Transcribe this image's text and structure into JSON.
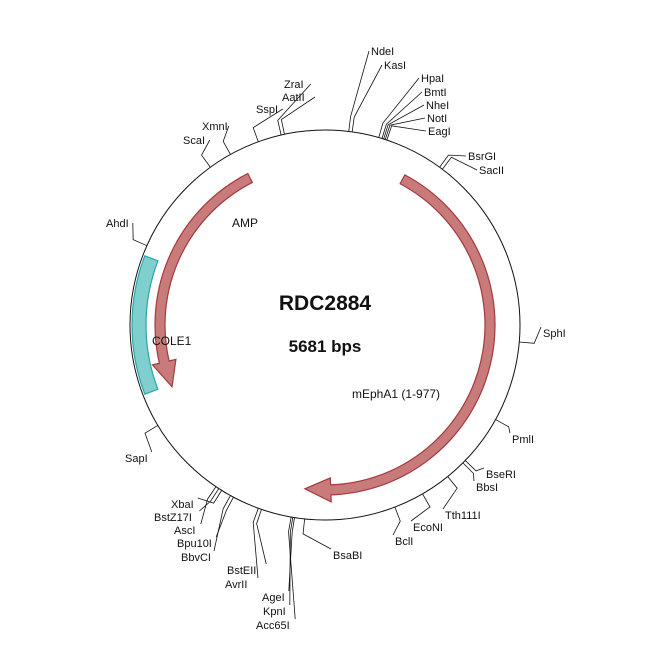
{
  "plasmid": {
    "name": "RDC2884",
    "size_label": "5681 bps",
    "length_bp": 5681
  },
  "colors": {
    "backbone": "#111111",
    "arrow_fill": "#c97b7b",
    "arrow_stroke": "#a33a3a",
    "cole1_fill": "#7fcfcf",
    "cole1_stroke": "#2aa6a6",
    "label_text": "#111111"
  },
  "features": [
    {
      "id": "amp",
      "label": "AMP",
      "type": "arrow",
      "start_deg": 333,
      "end_deg": 248,
      "direction": "ccw"
    },
    {
      "id": "mepha1",
      "label": "mEphA1 (1-977)",
      "type": "arrow",
      "start_deg": 28,
      "end_deg": 187,
      "direction": "cw"
    },
    {
      "id": "cole1",
      "label": "COLE1",
      "type": "block",
      "start_deg": 249,
      "end_deg": 291
    }
  ],
  "sites": [
    {
      "name": "NdeI",
      "angle_deg": 7
    },
    {
      "name": "KasI",
      "angle_deg": 8
    },
    {
      "name": "HpaI",
      "angle_deg": 16
    },
    {
      "name": "BmtI",
      "angle_deg": 17
    },
    {
      "name": "NheI",
      "angle_deg": 17.5
    },
    {
      "name": "NotI",
      "angle_deg": 18
    },
    {
      "name": "EagI",
      "angle_deg": 18.5
    },
    {
      "name": "BsrGI",
      "angle_deg": 36
    },
    {
      "name": "SacII",
      "angle_deg": 37
    },
    {
      "name": "SphI",
      "angle_deg": 95
    },
    {
      "name": "PmlI",
      "angle_deg": 119
    },
    {
      "name": "BseRI",
      "angle_deg": 134
    },
    {
      "name": "BbsI",
      "angle_deg": 135
    },
    {
      "name": "Tth111I",
      "angle_deg": 141
    },
    {
      "name": "EcoNI",
      "angle_deg": 150
    },
    {
      "name": "BclI",
      "angle_deg": 159
    },
    {
      "name": "BsaBI",
      "angle_deg": 186
    },
    {
      "name": "AgeI",
      "angle_deg": 189
    },
    {
      "name": "KpnI",
      "angle_deg": 189.5
    },
    {
      "name": "Acc65I",
      "angle_deg": 190
    },
    {
      "name": "BstEII",
      "angle_deg": 199
    },
    {
      "name": "AvrII",
      "angle_deg": 200
    },
    {
      "name": "Bpu10I",
      "angle_deg": 208
    },
    {
      "name": "BbvCI",
      "angle_deg": 209
    },
    {
      "name": "XbaI",
      "angle_deg": 212
    },
    {
      "name": "BstZ17I",
      "angle_deg": 213
    },
    {
      "name": "AscI",
      "angle_deg": 214
    },
    {
      "name": "SapI",
      "angle_deg": 239
    },
    {
      "name": "AhdI",
      "angle_deg": 294
    },
    {
      "name": "ScaI",
      "angle_deg": 324
    },
    {
      "name": "XmnI",
      "angle_deg": 331
    },
    {
      "name": "SspI",
      "angle_deg": 340
    },
    {
      "name": "ZraI",
      "angle_deg": 347
    },
    {
      "name": "AatII",
      "angle_deg": 348
    }
  ]
}
